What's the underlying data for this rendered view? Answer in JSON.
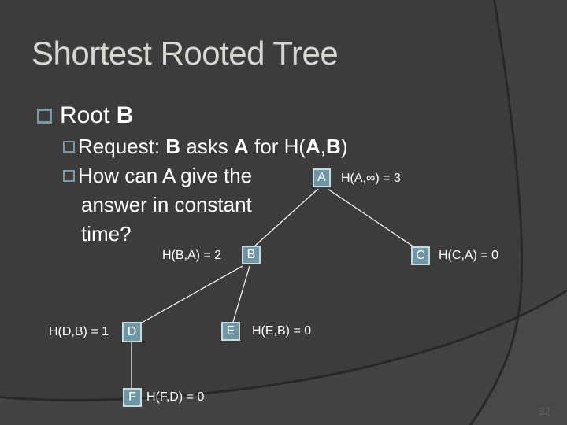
{
  "slide": {
    "title": "Shortest Rooted Tree",
    "page_number": "32"
  },
  "bullets": {
    "root": {
      "text": "Root ",
      "bold": "B"
    },
    "request": {
      "p1": "Request: ",
      "b1": "B",
      "p2": " asks ",
      "b2": "A",
      "p3": " for H(",
      "b3": "A",
      "p4": ",",
      "b4": "B",
      "p5": ")"
    },
    "how": {
      "line1": "How can A give the",
      "line2": "answer in constant",
      "line3": "time?"
    }
  },
  "tree": {
    "nodes": [
      {
        "id": "A",
        "label": "A"
      },
      {
        "id": "B",
        "label": "B"
      },
      {
        "id": "C",
        "label": "C"
      },
      {
        "id": "D",
        "label": "D"
      },
      {
        "id": "E",
        "label": "E"
      },
      {
        "id": "F",
        "label": "F"
      }
    ],
    "labels": {
      "a": "H(A,∞) = 3",
      "b": "H(B,A) = 2",
      "c": "H(C,A) = 0",
      "d": "H(D,B) = 1",
      "e": "H(E,B) = 0",
      "f": "H(F,D) = 0"
    }
  },
  "colors": {
    "background": "#3c3c3c",
    "node_fill": "#6e96a5",
    "node_border": "#c9dae0",
    "bullet_border": "#7d97a3",
    "title_text": "#d8d8d3",
    "body_text": "#ffffff",
    "arc_stroke": "#282828"
  }
}
